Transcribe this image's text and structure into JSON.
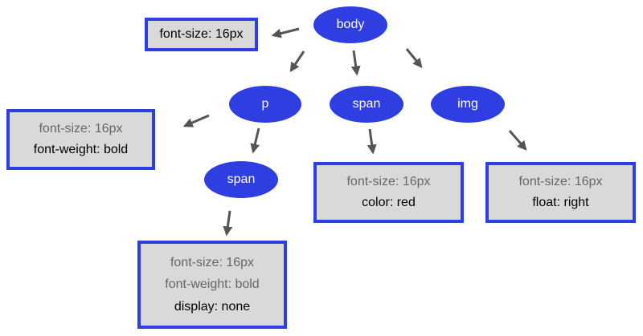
{
  "nodes": {
    "body": "body",
    "p": "p",
    "span_top": "span",
    "img": "img",
    "span_child": "span"
  },
  "boxes": {
    "body": {
      "own": "font-size: 16px"
    },
    "p": {
      "inherited": [
        "font-size: 16px"
      ],
      "own": "font-weight: bold"
    },
    "span_top": {
      "inherited": [
        "font-size: 16px"
      ],
      "own": "color: red"
    },
    "img": {
      "inherited": [
        "font-size: 16px"
      ],
      "own": "float: right"
    },
    "span_child": {
      "inherited": [
        "font-size: 16px",
        "font-weight: bold"
      ],
      "own": "display: none"
    }
  },
  "colors": {
    "node_fill": "#2f3ee0",
    "box_border": "#2f3ee0",
    "box_fill": "#d9d9d9",
    "inherited_text": "#666666",
    "own_text": "#000000",
    "arrow": "#555555"
  }
}
